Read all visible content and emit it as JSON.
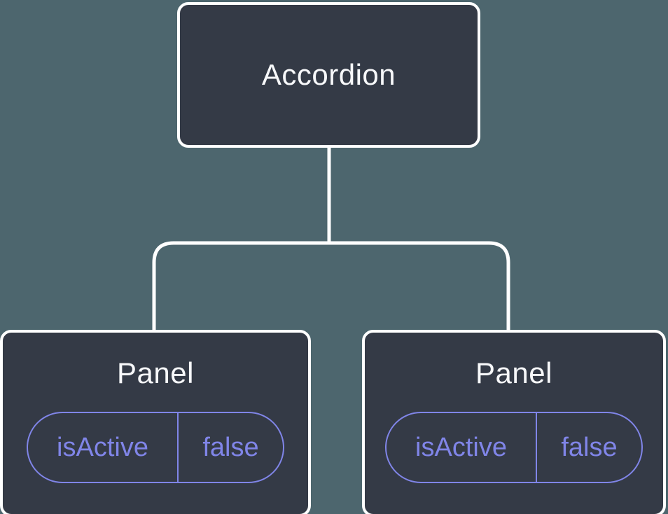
{
  "diagram": {
    "type": "component-tree",
    "root": {
      "label": "Accordion"
    },
    "children": [
      {
        "label": "Panel",
        "state": {
          "key": "isActive",
          "value": "false"
        }
      },
      {
        "label": "Panel",
        "state": {
          "key": "isActive",
          "value": "false"
        }
      }
    ]
  },
  "colors": {
    "background": "#4D666E",
    "node_fill": "#343A46",
    "node_border": "#FFFFFF",
    "connector": "#FFFFFF",
    "title_text": "#F7F8FA",
    "state_accent": "#8085E8"
  }
}
